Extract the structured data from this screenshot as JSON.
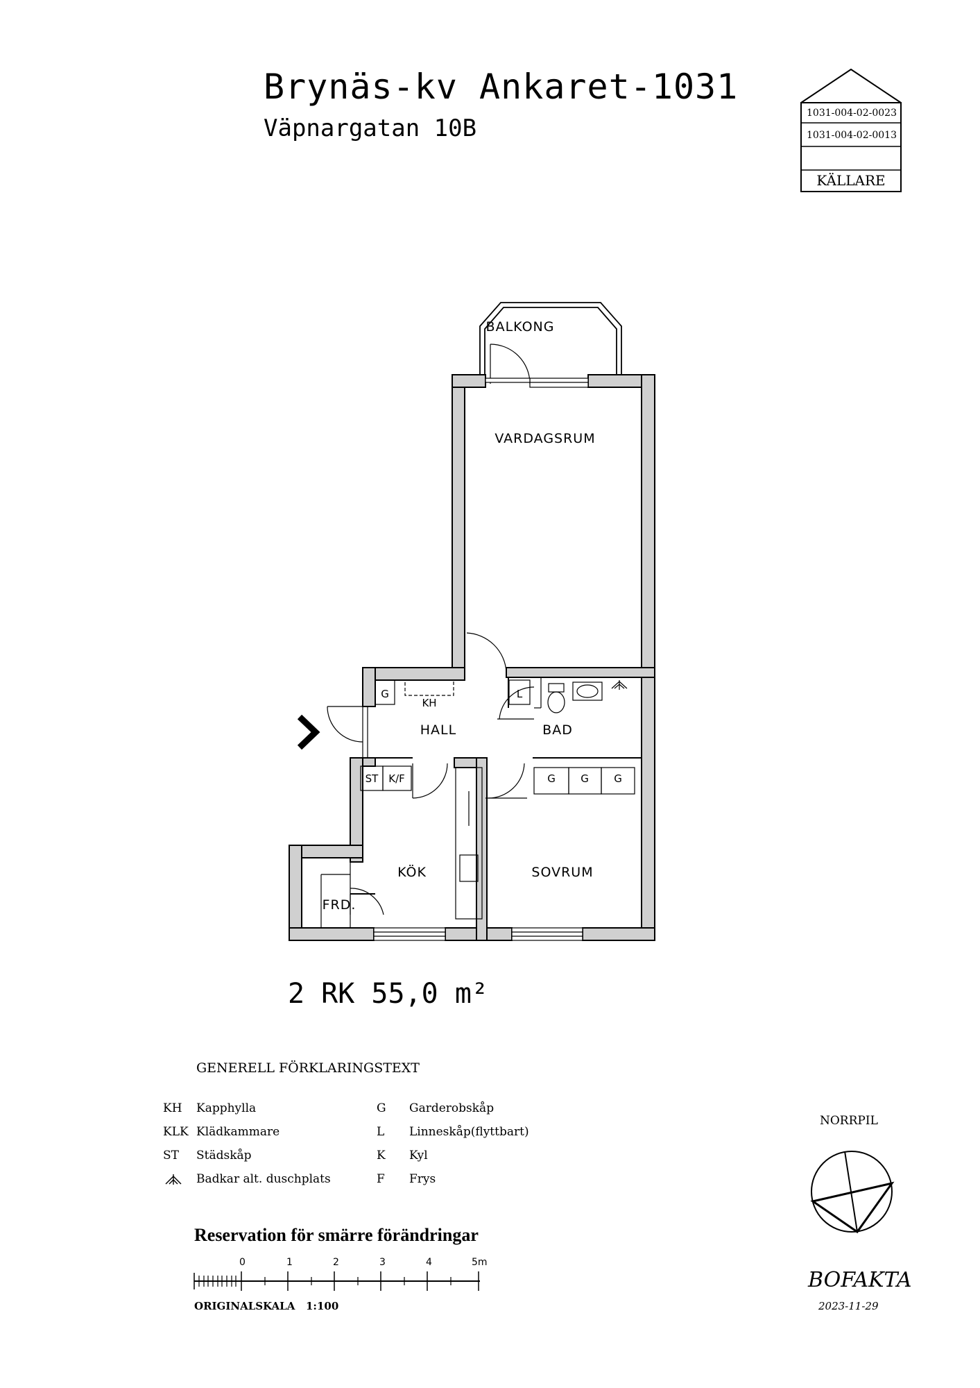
{
  "header": {
    "title": "Brynäs-kv Ankaret-1031",
    "address": "Väpnargatan 10B"
  },
  "id_box": {
    "lines": [
      "1031-004-02-0023",
      "1031-004-02-0013"
    ],
    "label": "KÄLLARE"
  },
  "rooms": {
    "balkong": "BALKONG",
    "vardagsrum": "VARDAGSRUM",
    "hall": "HALL",
    "bad": "BAD",
    "kok": "KÖK",
    "sovrum": "SOVRUM",
    "frd": "FRD."
  },
  "fixtures": {
    "g": "G",
    "kh": "KH",
    "l": "L",
    "st": "ST",
    "kf": "K/F"
  },
  "summary": "2 RK 55,0 m²",
  "legend": {
    "heading": "GENERELL FÖRKLARINGSTEXT",
    "left": [
      {
        "code": "KH",
        "text": "Kapphylla"
      },
      {
        "code": "KLK",
        "text": "Klädkammare"
      },
      {
        "code": "ST",
        "text": "Städskåp"
      },
      {
        "code": "",
        "text": "Badkar alt. duschplats",
        "icon": "bath-icon"
      }
    ],
    "right": [
      {
        "code": "G",
        "text": "Garderobskåp"
      },
      {
        "code": "L",
        "text": "Linneskåp(flyttbart)"
      },
      {
        "code": "K",
        "text": "Kyl"
      },
      {
        "code": "F",
        "text": "Frys"
      }
    ]
  },
  "reservation": "Reservation för smärre förändringar",
  "scale": {
    "ticks": [
      "0",
      "1",
      "2",
      "3",
      "4",
      "5m"
    ],
    "label": "ORIGINALSKALA",
    "ratio": "1:100"
  },
  "north": {
    "label": "NORRPIL",
    "icon": "north-arrow-icon"
  },
  "footer": {
    "brand": "BOFAKTA",
    "date": "2023-11-29"
  }
}
